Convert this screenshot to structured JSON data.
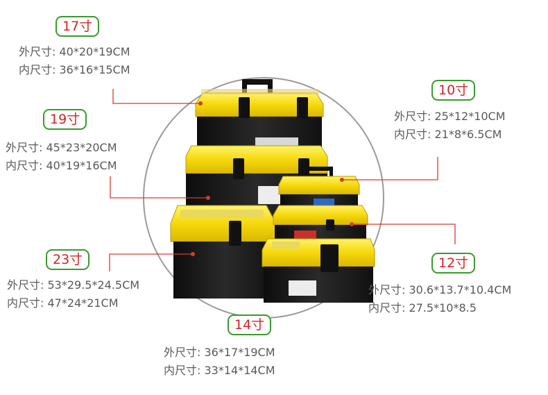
{
  "colors": {
    "box_yellow": "#f6d80c",
    "box_black": "#1a1a1a",
    "badge_border": "#3a9a2c",
    "badge_text": "#d42222",
    "leader_line": "#d83a2e",
    "spec_text": "#595959"
  },
  "boxes": [
    {
      "id": "17",
      "size_label": "17寸",
      "outer": "外尺寸: 40*20*19CM",
      "inner": "内尺寸: 36*16*15CM"
    },
    {
      "id": "19",
      "size_label": "19寸",
      "outer": "外尺寸: 45*23*20CM",
      "inner": "内尺寸: 40*19*16CM"
    },
    {
      "id": "23",
      "size_label": "23寸",
      "outer": "外尺寸: 53*29.5*24.5CM",
      "inner": "内尺寸: 47*24*21CM"
    },
    {
      "id": "10",
      "size_label": "10寸",
      "outer": "外尺寸: 25*12*10CM",
      "inner": "内尺寸: 21*8*6.5CM"
    },
    {
      "id": "12",
      "size_label": "12寸",
      "outer": "外尺寸: 30.6*13.7*10.4CM",
      "inner": "内尺寸: 27.5*10*8.5"
    },
    {
      "id": "14",
      "size_label": "14寸",
      "outer": "外尺寸: 36*17*19CM",
      "inner": "内尺寸: 33*14*14CM"
    }
  ]
}
